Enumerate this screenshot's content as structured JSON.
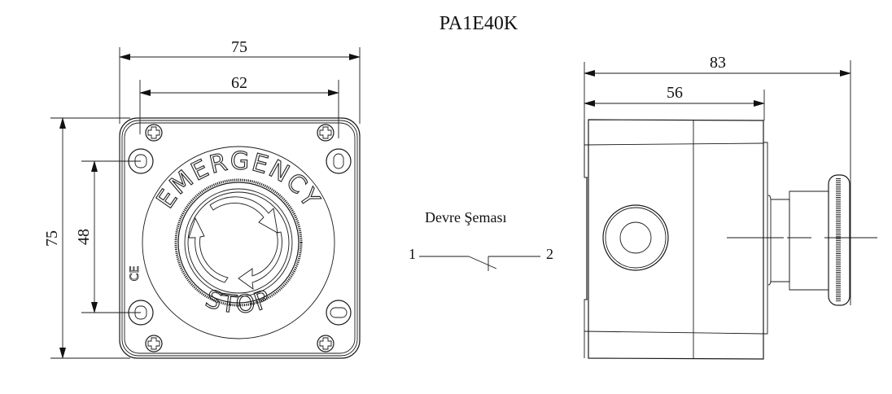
{
  "title": "PA1E40K",
  "front_view": {
    "width_overall": "75",
    "hole_spacing_horizontal": "62",
    "height_overall": "75",
    "hole_spacing_vertical": "48",
    "engraving_top": "EMERGENCY",
    "engraving_bottom": "STOP",
    "certification_mark": "CE"
  },
  "circuit": {
    "heading": "Devre Şeması",
    "terminal_left": "1",
    "terminal_right": "2",
    "contact_type": "normally-closed"
  },
  "side_view": {
    "length_overall": "83",
    "body_length": "56"
  }
}
